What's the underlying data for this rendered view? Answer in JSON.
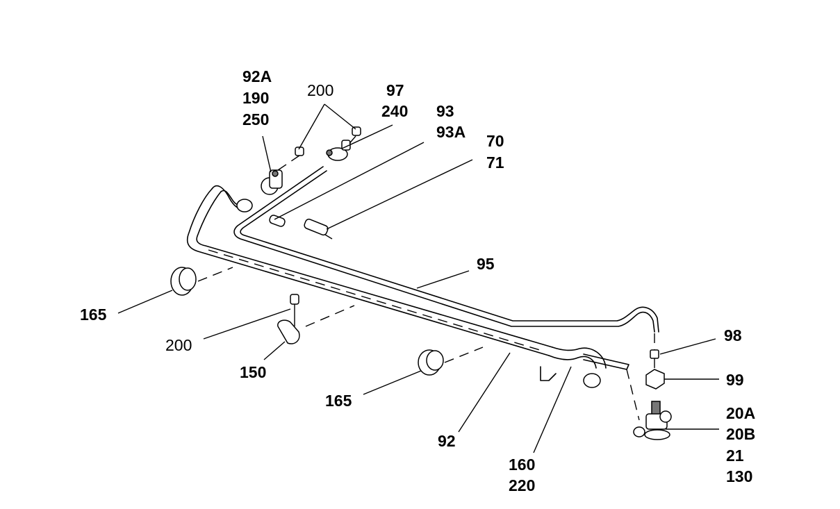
{
  "labels": {
    "l92A": "92A",
    "l190": "190",
    "l250": "250",
    "l200_top": "200",
    "l97": "97",
    "l240": "240",
    "l93": "93",
    "l93A": "93A",
    "l70": "70",
    "l71": "71",
    "l95": "95",
    "l165_left": "165",
    "l200_mid": "200",
    "l150": "150",
    "l165_bottom": "165",
    "l92": "92",
    "l160": "160",
    "l220": "220",
    "l98": "98",
    "l99": "99",
    "l20A": "20A",
    "l20B": "20B",
    "l21": "21",
    "l130": "130"
  }
}
